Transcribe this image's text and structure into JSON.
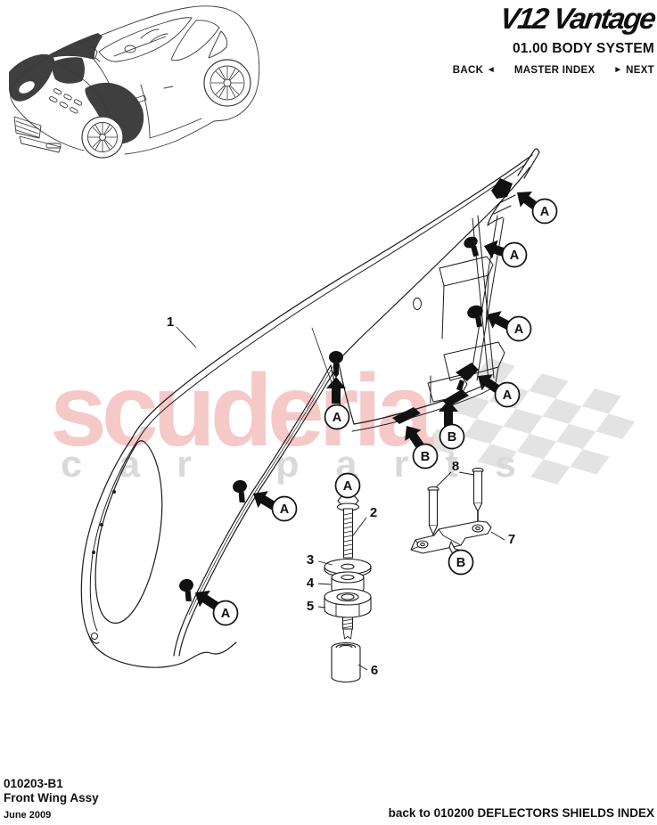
{
  "header": {
    "logo": "V12 Vantage",
    "section": "01.00 BODY SYSTEM",
    "nav": {
      "back": "BACK",
      "back_icon": "◄",
      "master_index": "MASTER INDEX",
      "next_icon": "►",
      "next": "NEXT"
    }
  },
  "watermark": {
    "brand": "scuderia",
    "sub": "car parts",
    "brand_color": "#f6c9c9",
    "sub_color": "#d9d9d9",
    "flag_color": "#e3e3e3"
  },
  "diagram": {
    "callout_letters": [
      "A",
      "A",
      "A",
      "A",
      "A",
      "B",
      "B",
      "A",
      "A",
      "A",
      "B"
    ],
    "part_numbers": [
      "1",
      "2",
      "3",
      "4",
      "5",
      "6",
      "7",
      "8"
    ]
  },
  "footer": {
    "doc_number": "010203-B1",
    "doc_title": "Front Wing Assy",
    "date": "June 2009",
    "back_link": "back to 010200 DEFLECTORS SHIELDS INDEX"
  }
}
